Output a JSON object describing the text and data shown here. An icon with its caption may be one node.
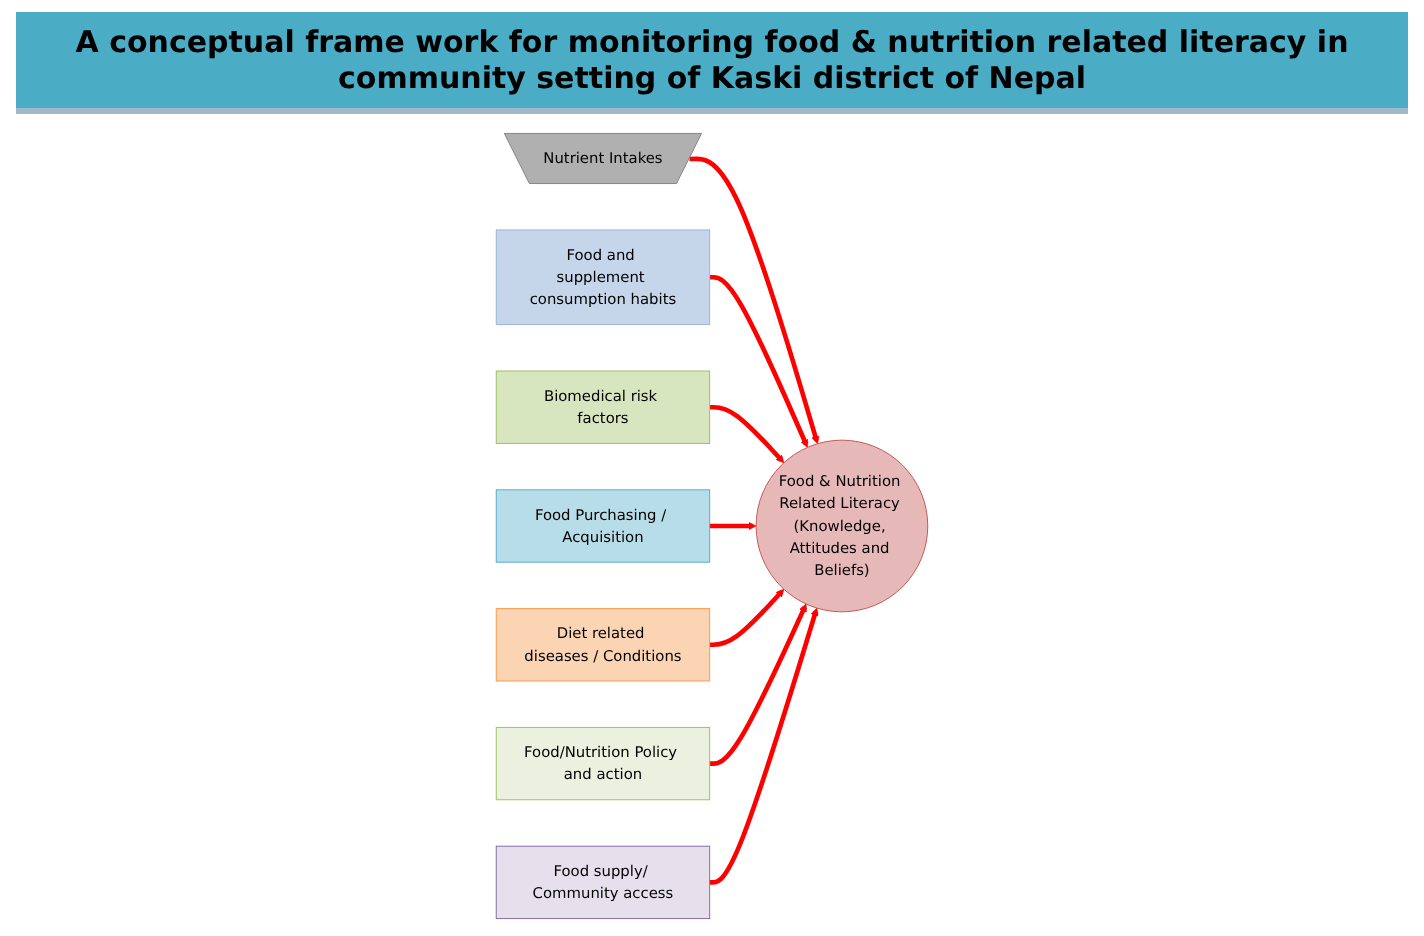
{
  "diagram": {
    "title": "A conceptual frame work for monitoring food & nutrition related literacy in community setting of Kaski district of Nepal",
    "nodes": [
      {
        "text": [
          "Nutrient Intakes"
        ]
      },
      {
        "text": [
          "Food and supplement consumption habits"
        ]
      },
      {
        "text": [
          "Biomedical risk factors"
        ]
      },
      {
        "text": [
          "Food Purchasing / Acquisition"
        ]
      },
      {
        "text": [
          "Food & Nutrition Related Literacy (Knowledge, Attitudes and Beliefs)"
        ]
      },
      {
        "text": [
          "Diet related diseases / Conditions"
        ]
      },
      {
        "text": [
          "Food/Nutrition Policy and action"
        ]
      },
      {
        "text": [
          "Food supply/ Community access"
        ]
      }
    ],
    "edges": [
      {
        "from": 0,
        "to": 4,
        "arrow": "to"
      },
      {
        "from": 1,
        "to": 4,
        "arrow": "to"
      },
      {
        "from": 2,
        "to": 4,
        "arrow": "to"
      },
      {
        "from": 3,
        "to": 4,
        "arrow": "to"
      },
      {
        "from": 5,
        "to": 4,
        "arrow": "to"
      },
      {
        "from": 6,
        "to": 4,
        "arrow": "to"
      },
      {
        "from": 7,
        "to": 4,
        "arrow": "to"
      }
    ]
  }
}
